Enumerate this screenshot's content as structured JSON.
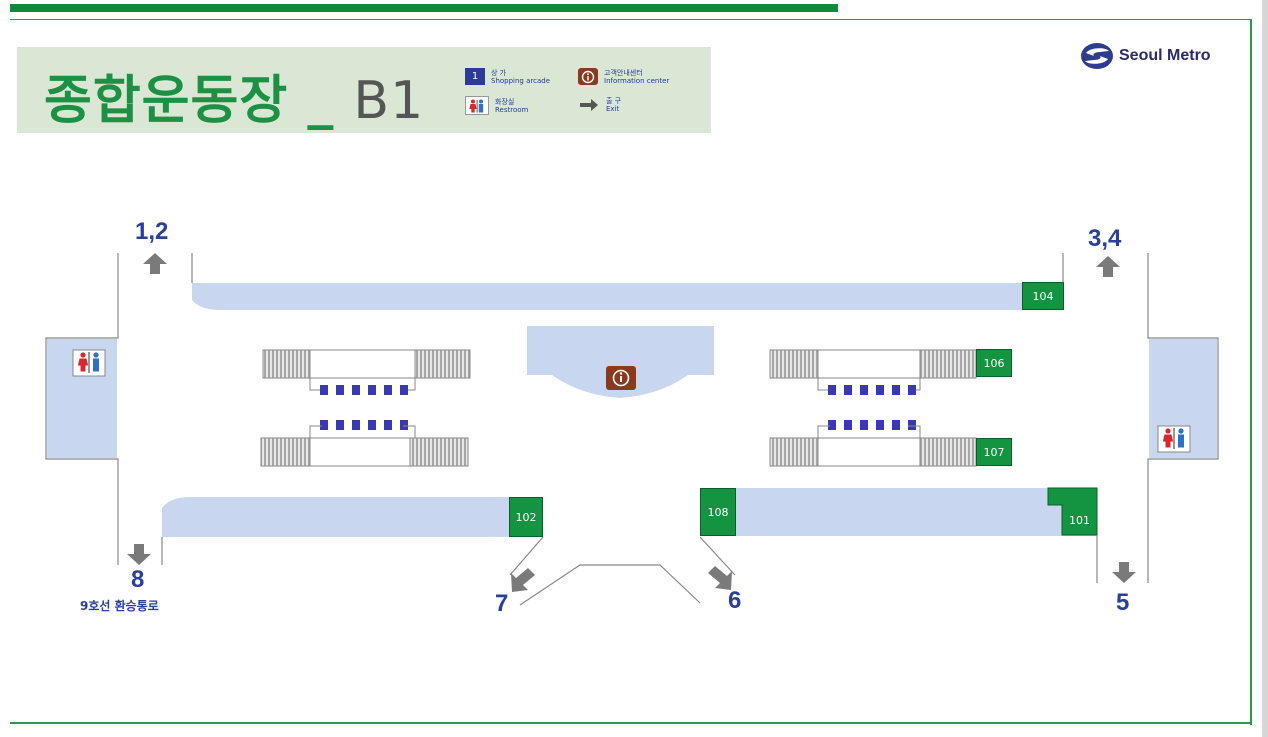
{
  "title": {
    "station": "종합운동장",
    "separator": "_",
    "level": "B1"
  },
  "brand": {
    "name": "Seoul Metro"
  },
  "legend": [
    {
      "key": "shop",
      "icon_text": "1",
      "ko": "상 가",
      "en": "Shopping arcade"
    },
    {
      "key": "info",
      "icon": "info-icon",
      "ko": "고객안내센터",
      "en": "Information center"
    },
    {
      "key": "restroom",
      "icon": "restroom-icon",
      "ko": "화장실",
      "en": "Restroom"
    },
    {
      "key": "exit",
      "icon": "exit-arrow-icon",
      "ko": "출 구",
      "en": "Exit"
    }
  ],
  "exits": {
    "e12": "1,2",
    "e34": "3,4",
    "e5": "5",
    "e6": "6",
    "e7": "7",
    "e8": "8"
  },
  "transfer_label": "9호선 환승통로",
  "shops": {
    "s101": "101",
    "s102": "102",
    "s104": "104",
    "s106": "106",
    "s107": "107",
    "s108": "108"
  },
  "colors": {
    "green": "#149440",
    "floor_blue": "#c9d6ef",
    "text_blue": "#283f9c",
    "title_bg": "#d9e7d4"
  }
}
